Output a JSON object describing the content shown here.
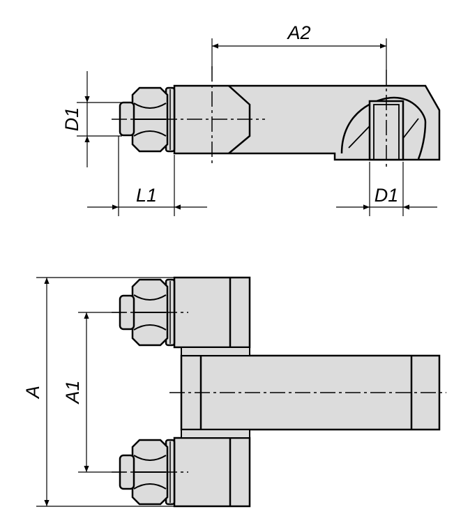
{
  "labels": {
    "a2": "A2",
    "d1_left": "D1",
    "l1": "L1",
    "d1_right": "D1",
    "a": "A",
    "a1": "A1"
  },
  "colors": {
    "part_fill": "#dcdcdc",
    "stroke": "#000000",
    "background": "#ffffff"
  }
}
